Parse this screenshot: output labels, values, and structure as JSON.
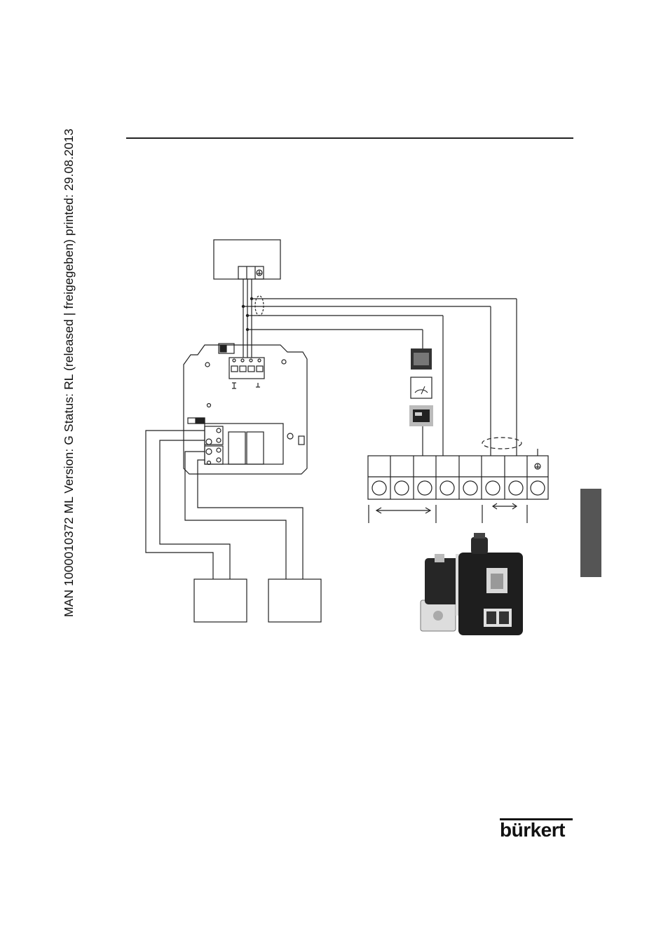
{
  "document": {
    "side_stamp": "MAN  1000010372  ML  Version: G  Status: RL (released | freigegeben)  printed: 29.08.2013",
    "brand": "bürkert"
  },
  "diagram": {
    "line_color": "#222222",
    "tab_color": "#555555",
    "terminal_count": 8,
    "components": [
      "power-supply-box",
      "circuit-board",
      "terminal-strip",
      "display-icon",
      "analog-meter-icon",
      "controller-icon",
      "load-box-left",
      "load-box-right",
      "valve-photo"
    ]
  }
}
